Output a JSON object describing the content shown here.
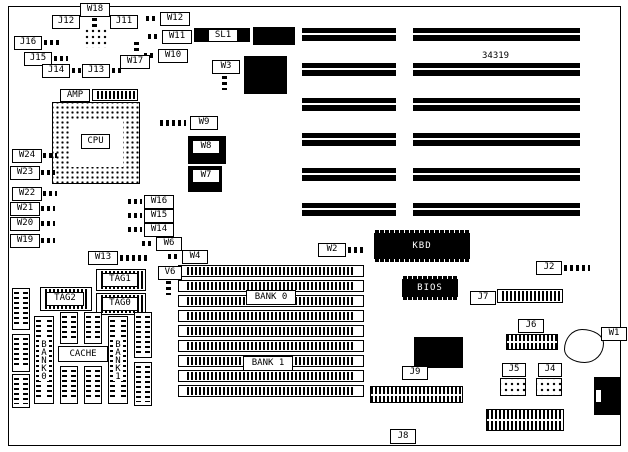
{
  "diagram": {
    "part_number": "34319",
    "labels": {
      "w1": "W1",
      "w2": "W2",
      "w3": "W3",
      "w4": "W4",
      "v6": "V6",
      "w6": "W6",
      "w7": "W7",
      "w8": "W8",
      "w9": "W9",
      "w10": "W10",
      "w11": "W11",
      "w12": "W12",
      "w13": "W13",
      "w14": "W14",
      "w15": "W15",
      "w16": "W16",
      "w17": "W17",
      "w18": "W18",
      "w19": "W19",
      "w20": "W20",
      "w21": "W21",
      "w22": "W22",
      "w23": "W23",
      "w24": "W24",
      "j2": "J2",
      "j4": "J4",
      "j5": "J5",
      "j6": "J6",
      "j7": "J7",
      "j8": "J8",
      "j9": "J9",
      "j11": "J11",
      "j12": "J12",
      "j13": "J13",
      "j14": "J14",
      "j15": "J15",
      "j16": "J16",
      "sl1": "SL1",
      "amp": "AMP",
      "cpu": "CPU",
      "kbd": "KBD",
      "bios": "BIOS",
      "tag0": "TAG0",
      "tag1": "TAG1",
      "tag2": "TAG2",
      "cache": "CACHE",
      "bank0_chip": "BANK0",
      "bank1_chip": "BANK1",
      "bank0_simm": "BANK 0",
      "bank1_simm": "BANK 1"
    }
  }
}
